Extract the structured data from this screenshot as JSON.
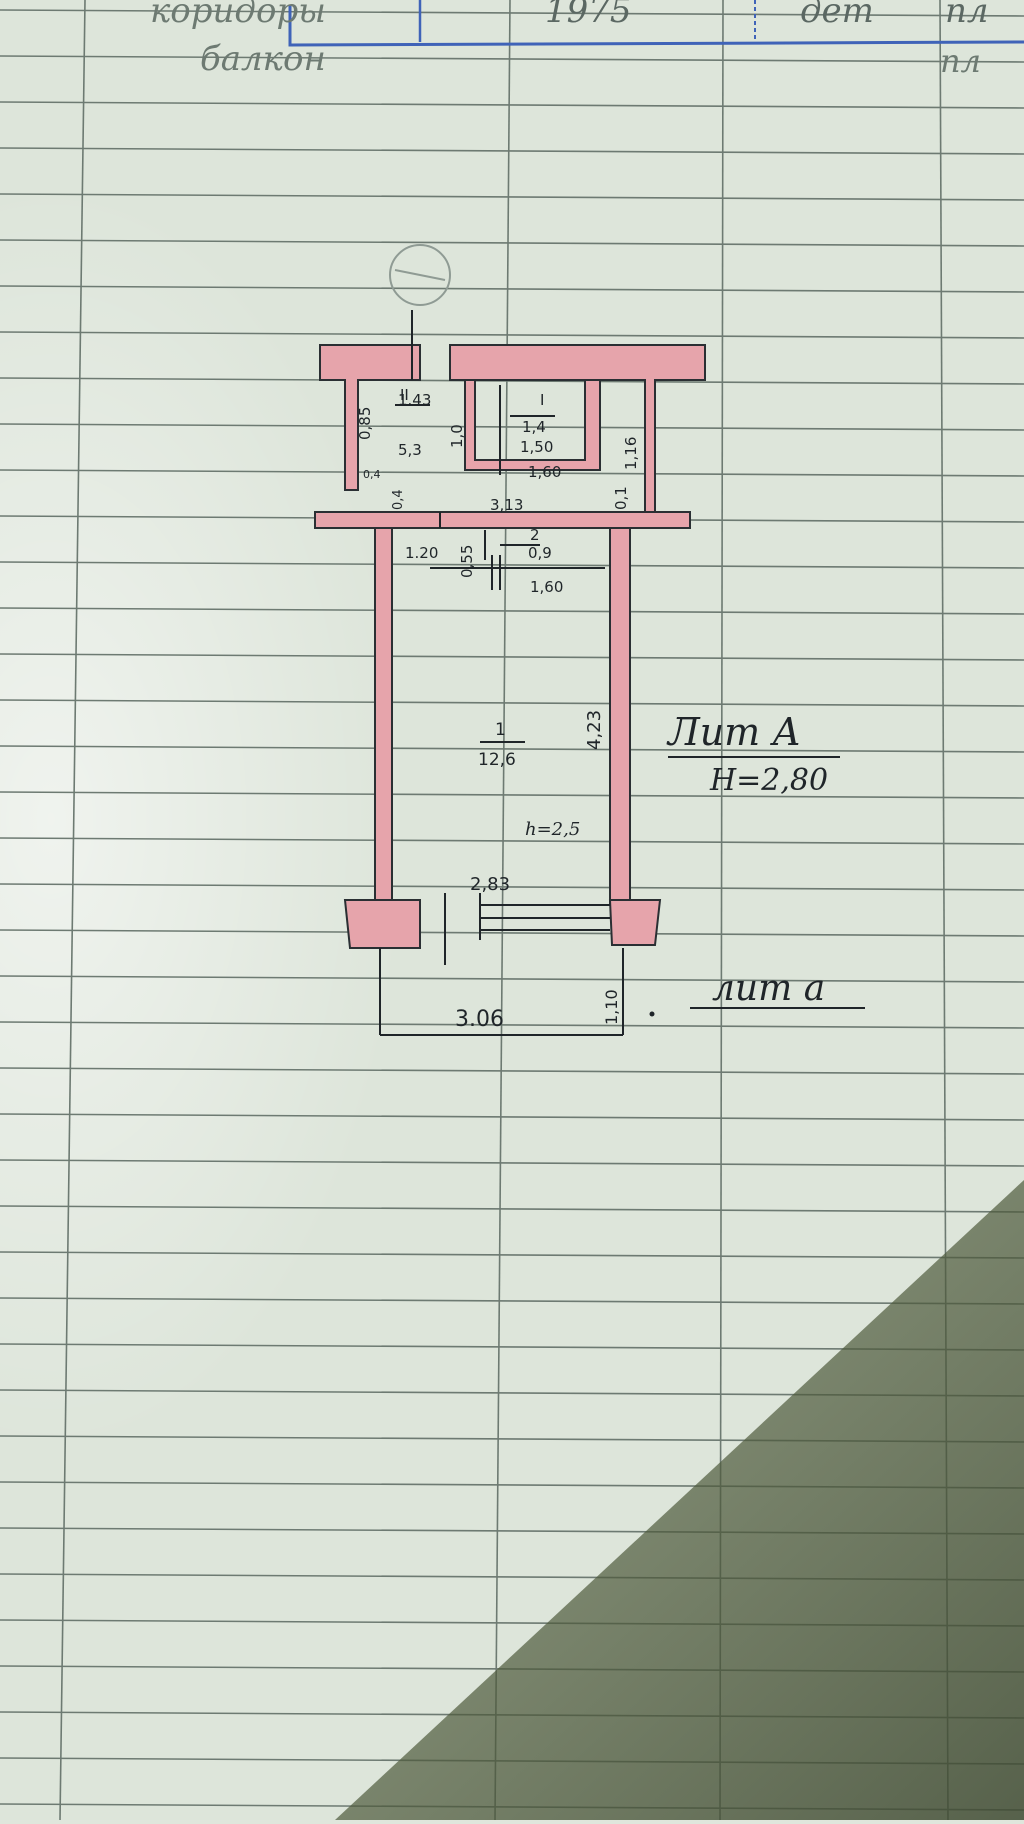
{
  "header": {
    "row1": {
      "col1": "коридоры",
      "col2": "1975",
      "col3": "дет",
      "col4": "пл"
    },
    "row2": {
      "col1": "балкон",
      "col4": "пл"
    }
  },
  "plan": {
    "rooms": [
      {
        "id": "II",
        "number": "II",
        "area": "5,3"
      },
      {
        "id": "I",
        "number": "I",
        "area": "1,4"
      },
      {
        "id": "2",
        "number": "2",
        "area": "0,9"
      },
      {
        "id": "1",
        "number": "1",
        "area": "12,6"
      }
    ],
    "dims": {
      "d_1_43": "1.43",
      "d_0_85": "0,85",
      "d_1_0": "1,0",
      "d_1_50": "1,50",
      "d_1_60_top": "1,60",
      "d_1_16": "1,16",
      "d_0_1": "0,1",
      "d_0_4a": "0,4",
      "d_0_4b": "0,4",
      "d_3_13": "3,13",
      "d_1_20": "1.20",
      "d_0_55": "0,55",
      "d_1_60_mid": "1,60",
      "d_4_23": "4,23",
      "d_h": "h=2,5",
      "d_2_83": "2,83",
      "d_3_06": "3.06",
      "d_1_10": "1,10"
    },
    "labels": {
      "lit_A": "Лит А",
      "height": "Н=2,80",
      "lit_a": "лит а"
    }
  },
  "colors": {
    "paper": "#dfe6dc",
    "grid": "#6f7c74",
    "wall": "#e8a7ad",
    "ink": "#1f2529",
    "stamp": "#3f63b8"
  }
}
